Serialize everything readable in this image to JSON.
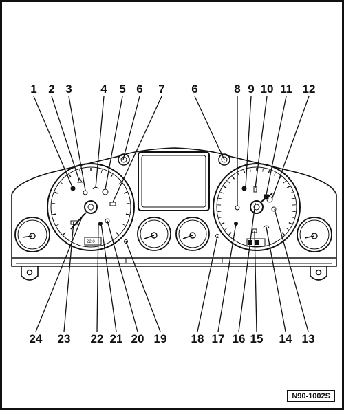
{
  "figure_ref": "N90-1002S",
  "top_labels": [
    "1",
    "2",
    "3",
    "4",
    "5",
    "6",
    "7",
    "6",
    "8",
    "9",
    "10",
    "11",
    "12"
  ],
  "bottom_labels": [
    "24",
    "23",
    "22",
    "21",
    "20",
    "19",
    "18",
    "17",
    "16",
    "15",
    "14",
    "13"
  ],
  "gauge_texts": {
    "left_display": "22.0"
  }
}
